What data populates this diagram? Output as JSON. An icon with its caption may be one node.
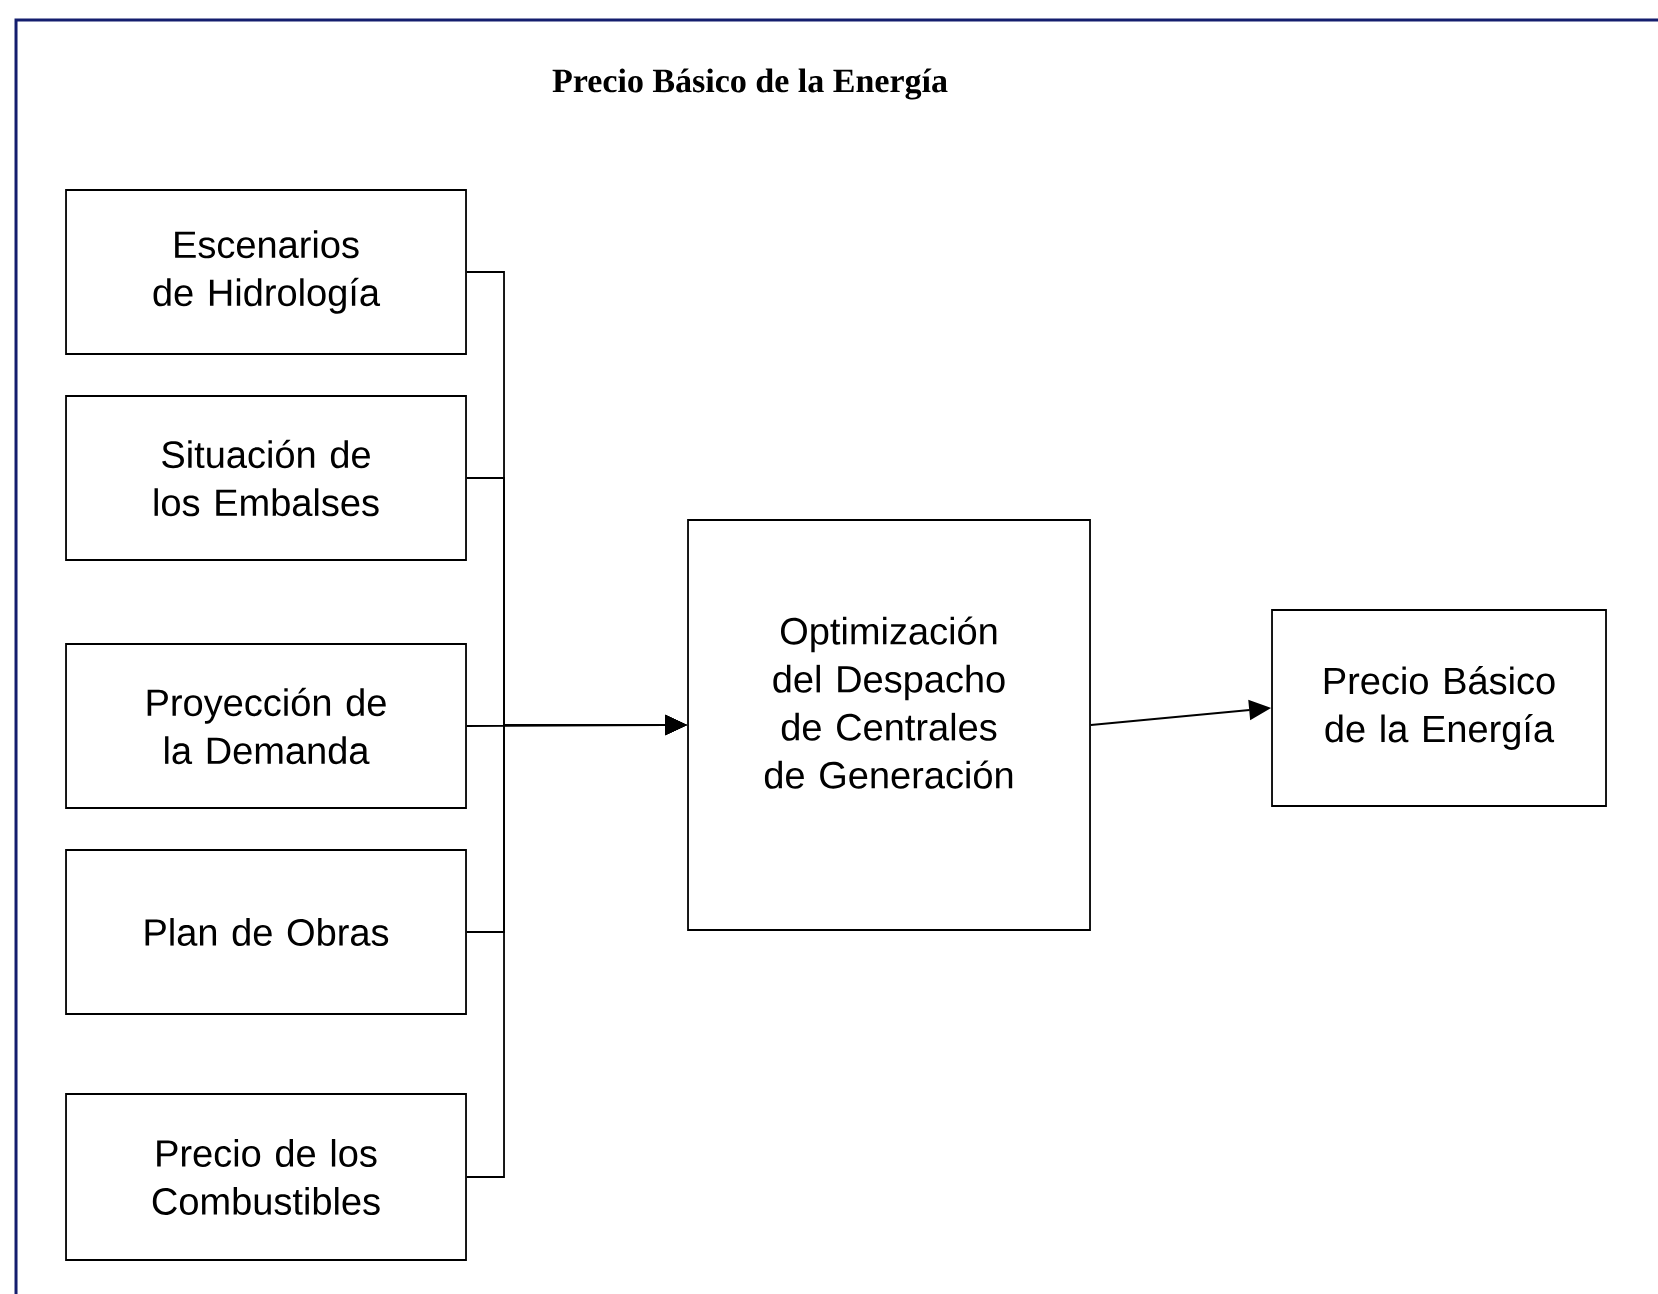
{
  "diagram": {
    "title": "Precio Básico de la Energía",
    "nodes": [
      {
        "text": [
          "Escenarios de Hidrología"
        ]
      },
      {
        "text": [
          "Situación de los Embalses"
        ]
      },
      {
        "text": [
          "Proyección de la Demanda"
        ]
      },
      {
        "text": [
          "Plan de Obras"
        ]
      },
      {
        "text": [
          "Precio de los Combustibles"
        ]
      },
      {
        "text": [
          "Optimización del Despacho de Centrales de Generación"
        ]
      },
      {
        "text": [
          "Precio Básico de la Energía"
        ]
      }
    ],
    "edges": [
      {
        "from": 0,
        "to": 5,
        "arrow": "to"
      },
      {
        "from": 1,
        "to": 5,
        "arrow": "to"
      },
      {
        "from": 2,
        "to": 5,
        "arrow": "to"
      },
      {
        "from": 3,
        "to": 5,
        "arrow": "to"
      },
      {
        "from": 4,
        "to": 5,
        "arrow": "to"
      },
      {
        "from": 5,
        "to": 6,
        "arrow": "to"
      }
    ]
  }
}
